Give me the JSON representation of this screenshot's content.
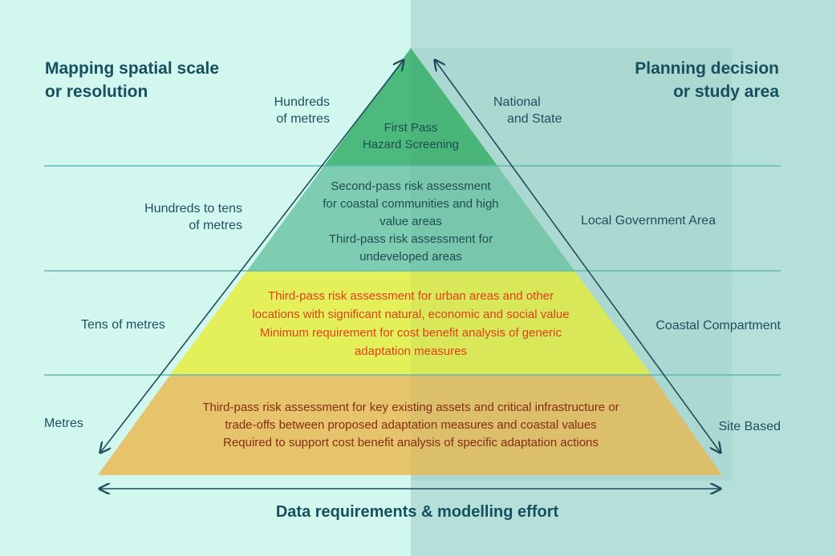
{
  "headings": {
    "left": [
      "Mapping spatial scale",
      "or resolution"
    ],
    "right": [
      "Planning decision",
      "or study area"
    ]
  },
  "left_labels": [
    [
      "Hundreds",
      "of metres"
    ],
    [
      "Hundreds to tens",
      "of metres"
    ],
    [
      "Tens of metres"
    ],
    [
      "Metres"
    ]
  ],
  "right_labels": [
    [
      "National",
      "and State"
    ],
    [
      "Local Government Area"
    ],
    [
      "Coastal Compartment"
    ],
    [
      "Site Based"
    ]
  ],
  "tiers": [
    {
      "lines": [
        "First Pass",
        "Hazard Screening"
      ],
      "fill": "#4cba7c",
      "text_color": "#1f4c52"
    },
    {
      "lines": [
        "Second-pass risk assessment",
        "for coastal communities and high",
        "value areas",
        "Third-pass risk assessment for",
        "undeveloped areas"
      ],
      "fill": "#7ecdb2",
      "text_color": "#1f4c52"
    },
    {
      "lines": [
        "Third-pass risk assessment for urban areas and other",
        "locations with significant natural, economic and social value",
        "Minimum requirement for cost benefit analysis of generic",
        "adaptation measures"
      ],
      "fill": "#e3f05a",
      "text_color": "#e2401a"
    },
    {
      "lines": [
        "Third-pass risk assessment for key existing assets and critical infrastructure or",
        "trade-offs between proposed adaptation measures and coastal values",
        "Required to support cost benefit analysis of specific adaptation actions"
      ],
      "fill": "#e6c46c",
      "text_color": "#8a2b14"
    }
  ],
  "footer": "Data requirements & modelling effort",
  "colors": {
    "background_left": "#d2f7ef",
    "background_right": "#b4e0d9",
    "divider": "#5fb8b0",
    "arrow": "#1f4c5c"
  }
}
